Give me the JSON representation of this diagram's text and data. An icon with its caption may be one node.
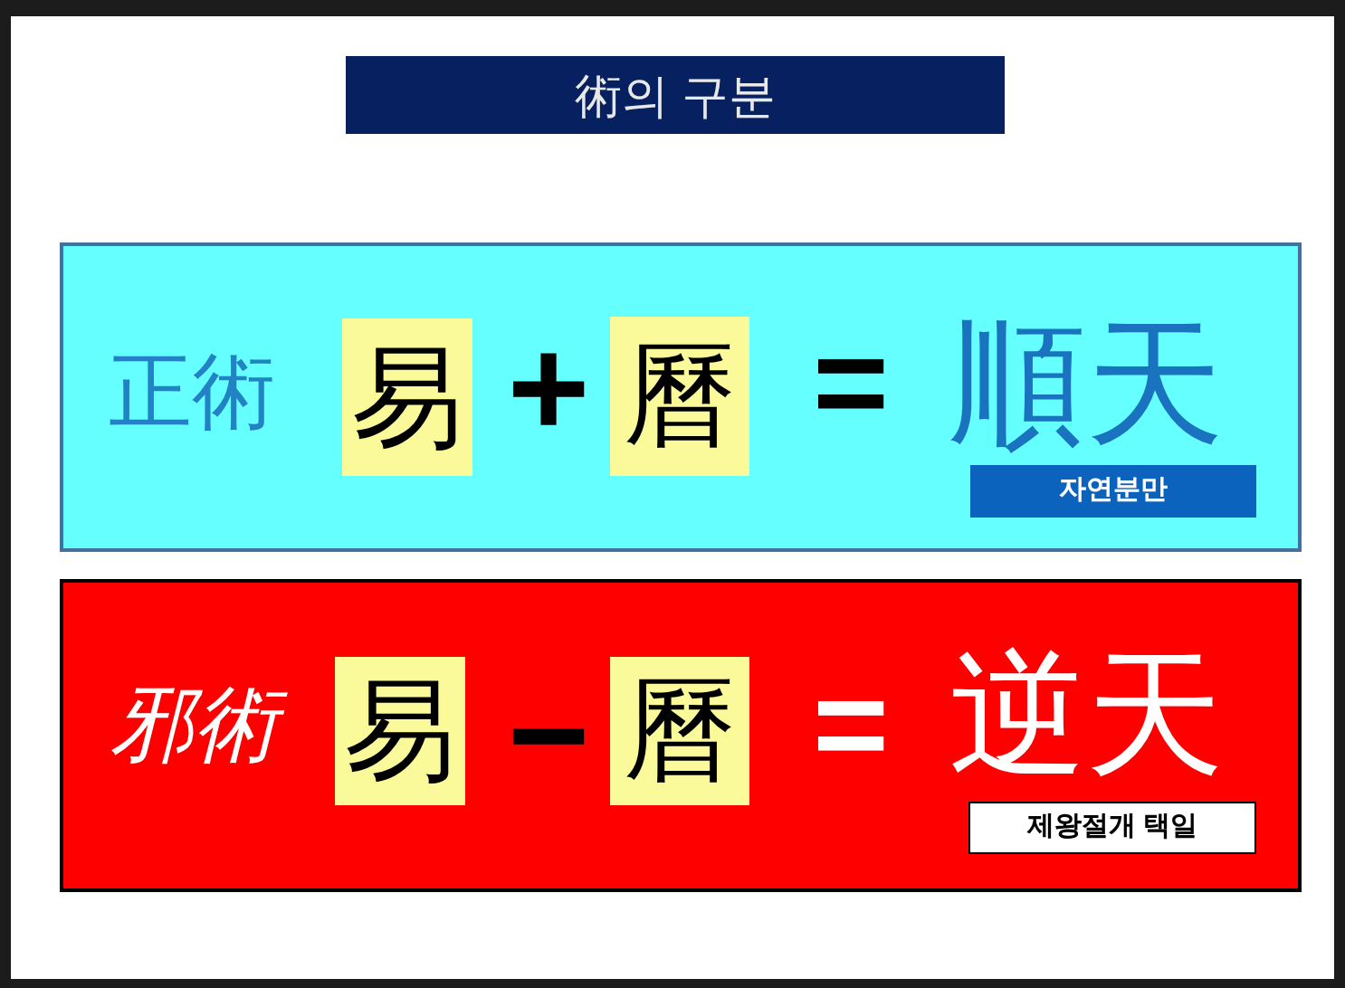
{
  "diagram": {
    "title": "術의 구분",
    "nodes": [
      {
        "text": [
          "正術",
          "+",
          "=",
          "順天"
        ]
      },
      {
        "text": [
          "易"
        ],
        "in": 0
      },
      {
        "text": [
          "曆"
        ],
        "in": 0
      },
      {
        "text": [
          "자연분만"
        ],
        "in": 0
      },
      {
        "text": [
          "邪術",
          "−",
          "=",
          "逆天"
        ]
      },
      {
        "text": [
          "易"
        ],
        "in": 4
      },
      {
        "text": [
          "曆"
        ],
        "in": 4
      },
      {
        "text": [
          "제왕절개 택일"
        ],
        "in": 4
      }
    ]
  }
}
